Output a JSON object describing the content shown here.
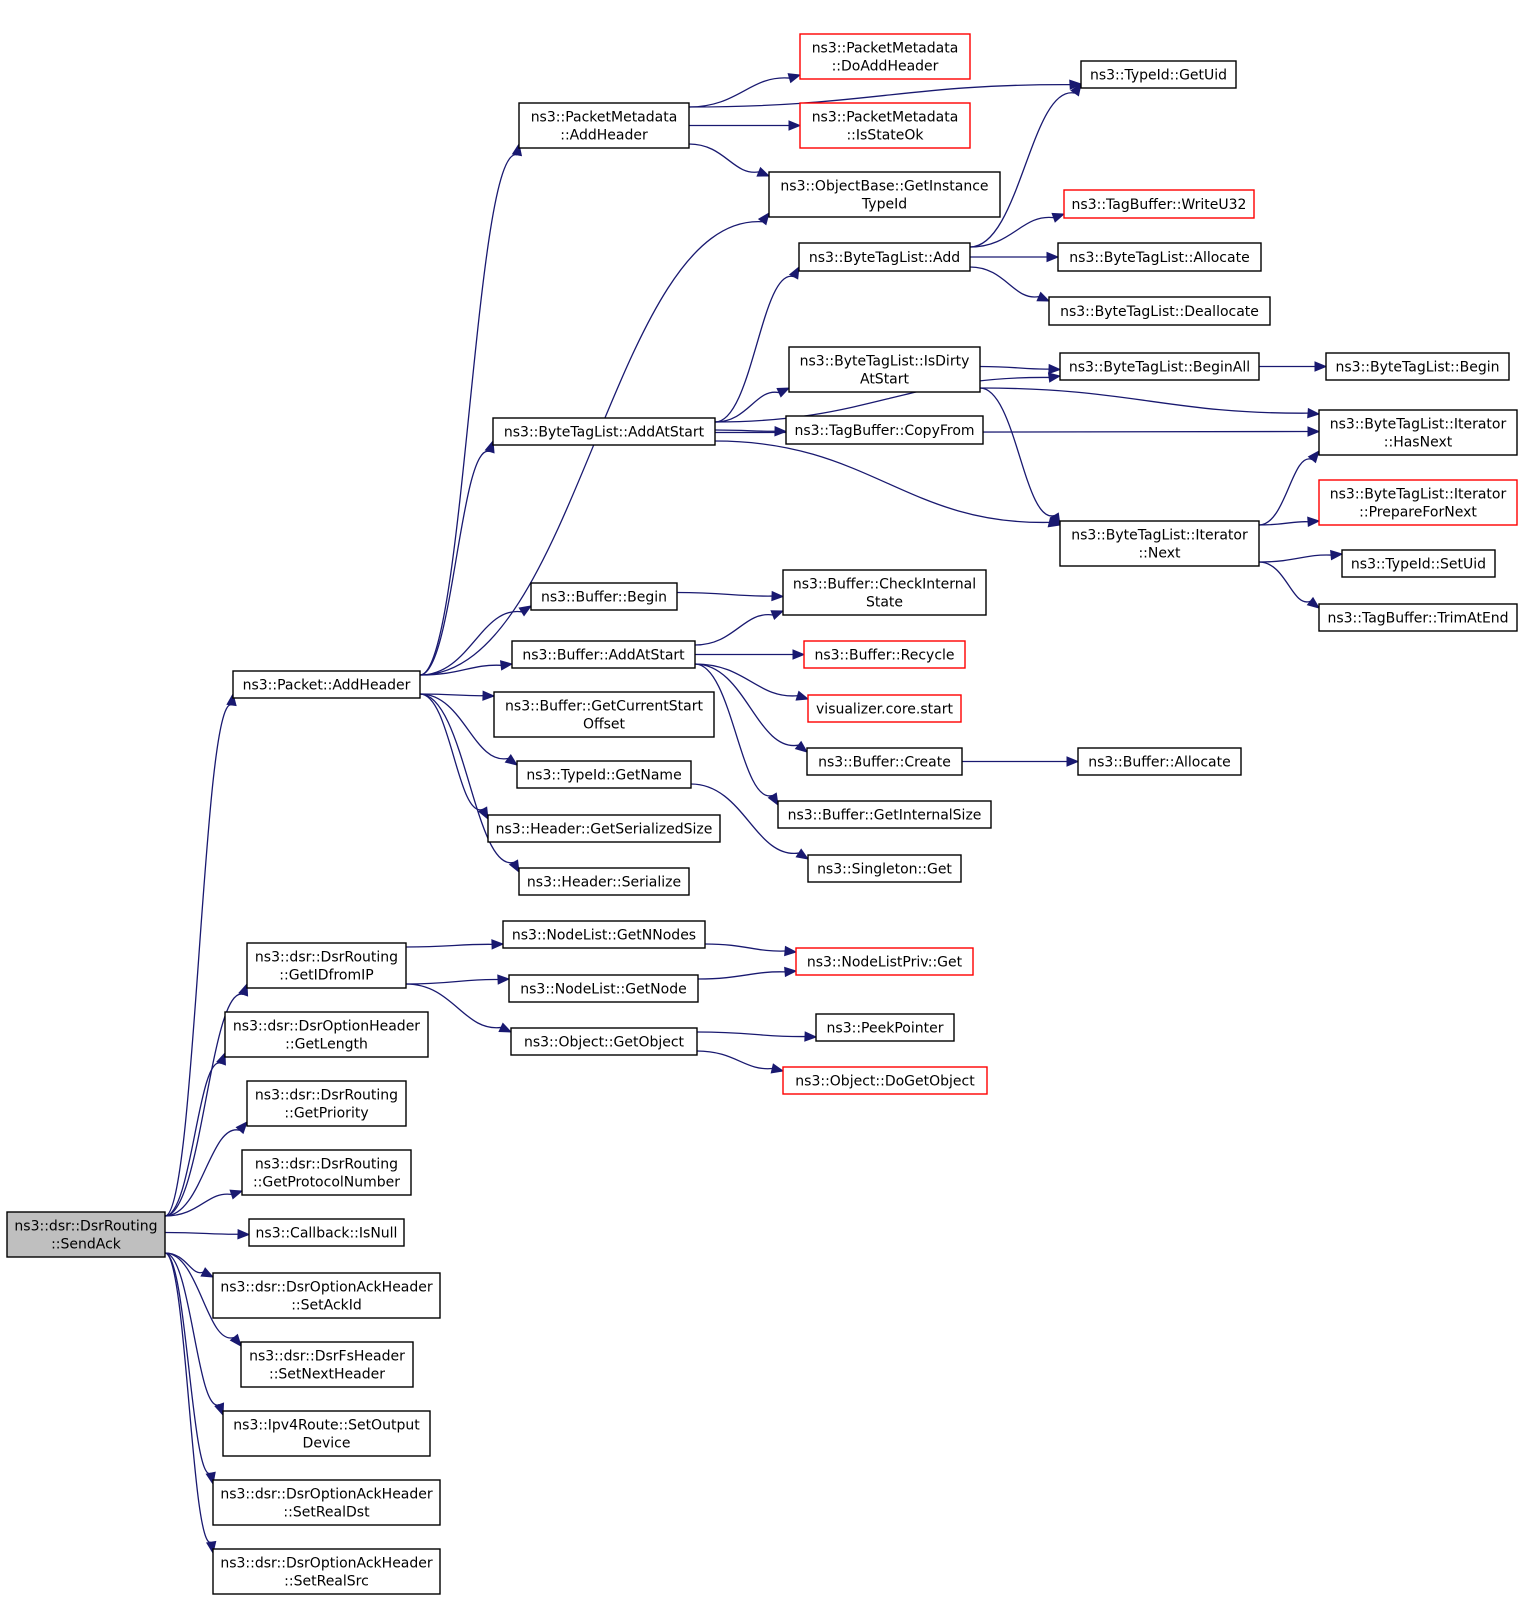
{
  "colors": {
    "edge": "#191970",
    "border_internal": "#000000",
    "border_external": "#ff0000",
    "root_fill": "#bfbfbf"
  },
  "nodes": {
    "sendack": {
      "lines": [
        "ns3::dsr::DsrRouting",
        "::SendAck"
      ],
      "kind": "root"
    },
    "packet_addheader": {
      "lines": [
        "ns3::Packet::AddHeader"
      ]
    },
    "getidfromip": {
      "lines": [
        "ns3::dsr::DsrRouting",
        "::GetIDfromIP"
      ]
    },
    "optheader_getlength": {
      "lines": [
        "ns3::dsr::DsrOptionHeader",
        "::GetLength"
      ]
    },
    "getpriority": {
      "lines": [
        "ns3::dsr::DsrRouting",
        "::GetPriority"
      ]
    },
    "getprotocolnumber": {
      "lines": [
        "ns3::dsr::DsrRouting",
        "::GetProtocolNumber"
      ]
    },
    "callback_isnull": {
      "lines": [
        "ns3::Callback::IsNull"
      ]
    },
    "setackid": {
      "lines": [
        "ns3::dsr::DsrOptionAckHeader",
        "::SetAckId"
      ]
    },
    "setnextheader": {
      "lines": [
        "ns3::dsr::DsrFsHeader",
        "::SetNextHeader"
      ]
    },
    "setoutputdevice": {
      "lines": [
        "ns3::Ipv4Route::SetOutput",
        "Device"
      ]
    },
    "setrealdst": {
      "lines": [
        "ns3::dsr::DsrOptionAckHeader",
        "::SetRealDst"
      ]
    },
    "setrealsrc": {
      "lines": [
        "ns3::dsr::DsrOptionAckHeader",
        "::SetRealSrc"
      ]
    },
    "pm_addheader": {
      "lines": [
        "ns3::PacketMetadata",
        "::AddHeader"
      ]
    },
    "btl_addatstart": {
      "lines": [
        "ns3::ByteTagList::AddAtStart"
      ]
    },
    "buffer_begin": {
      "lines": [
        "ns3::Buffer::Begin"
      ]
    },
    "buffer_addatstart": {
      "lines": [
        "ns3::Buffer::AddAtStart"
      ]
    },
    "buffer_getcurrentstartoffset": {
      "lines": [
        "ns3::Buffer::GetCurrentStart",
        "Offset"
      ]
    },
    "typeid_getname": {
      "lines": [
        "ns3::TypeId::GetName"
      ]
    },
    "header_getserializedsize": {
      "lines": [
        "ns3::Header::GetSerializedSize"
      ]
    },
    "header_serialize": {
      "lines": [
        "ns3::Header::Serialize"
      ]
    },
    "nodelist_getnnodes": {
      "lines": [
        "ns3::NodeList::GetNNodes"
      ]
    },
    "nodelist_getnode": {
      "lines": [
        "ns3::NodeList::GetNode"
      ]
    },
    "object_getobject": {
      "lines": [
        "ns3::Object::GetObject"
      ]
    },
    "pm_doaddheader": {
      "lines": [
        "ns3::PacketMetadata",
        "::DoAddHeader"
      ],
      "kind": "ext"
    },
    "pm_isstateok": {
      "lines": [
        "ns3::PacketMetadata",
        "::IsStateOk"
      ],
      "kind": "ext"
    },
    "objectbase_getinstancetypeid": {
      "lines": [
        "ns3::ObjectBase::GetInstance",
        "TypeId"
      ]
    },
    "btl_add": {
      "lines": [
        "ns3::ByteTagList::Add"
      ]
    },
    "btl_isdirtyatstart": {
      "lines": [
        "ns3::ByteTagList::IsDirty",
        "AtStart"
      ]
    },
    "tagbuffer_copyfrom": {
      "lines": [
        "ns3::TagBuffer::CopyFrom"
      ]
    },
    "buffer_checkinternalstate": {
      "lines": [
        "ns3::Buffer::CheckInternal",
        "State"
      ]
    },
    "buffer_recycle": {
      "lines": [
        "ns3::Buffer::Recycle"
      ],
      "kind": "ext"
    },
    "visualizer_core_start": {
      "lines": [
        "visualizer.core.start"
      ],
      "kind": "ext"
    },
    "buffer_create": {
      "lines": [
        "ns3::Buffer::Create"
      ]
    },
    "buffer_getinternalsize": {
      "lines": [
        "ns3::Buffer::GetInternalSize"
      ]
    },
    "singleton_get": {
      "lines": [
        "ns3::Singleton::Get"
      ]
    },
    "nodelistpriv_get": {
      "lines": [
        "ns3::NodeListPriv::Get"
      ],
      "kind": "ext"
    },
    "peekpointer": {
      "lines": [
        "ns3::PeekPointer"
      ]
    },
    "object_dogetobject": {
      "lines": [
        "ns3::Object::DoGetObject"
      ],
      "kind": "ext"
    },
    "typeid_getuid": {
      "lines": [
        "ns3::TypeId::GetUid"
      ]
    },
    "tagbuffer_writeu32": {
      "lines": [
        "ns3::TagBuffer::WriteU32"
      ],
      "kind": "ext"
    },
    "btl_allocate": {
      "lines": [
        "ns3::ByteTagList::Allocate"
      ]
    },
    "btl_deallocate": {
      "lines": [
        "ns3::ByteTagList::Deallocate"
      ]
    },
    "btl_beginall": {
      "lines": [
        "ns3::ByteTagList::BeginAll"
      ]
    },
    "btl_iterator_next": {
      "lines": [
        "ns3::ByteTagList::Iterator",
        "::Next"
      ]
    },
    "buffer_allocate": {
      "lines": [
        "ns3::Buffer::Allocate"
      ]
    },
    "btl_begin": {
      "lines": [
        "ns3::ByteTagList::Begin"
      ]
    },
    "btl_iterator_hasnext": {
      "lines": [
        "ns3::ByteTagList::Iterator",
        "::HasNext"
      ]
    },
    "btl_iterator_preparefornext": {
      "lines": [
        "ns3::ByteTagList::Iterator",
        "::PrepareForNext"
      ],
      "kind": "ext"
    },
    "typeid_setuid": {
      "lines": [
        "ns3::TypeId::SetUid"
      ]
    },
    "tagbuffer_trimatend": {
      "lines": [
        "ns3::TagBuffer::TrimAtEnd"
      ]
    }
  },
  "edges": [
    [
      "sendack",
      "packet_addheader"
    ],
    [
      "sendack",
      "getidfromip"
    ],
    [
      "sendack",
      "optheader_getlength"
    ],
    [
      "sendack",
      "getpriority"
    ],
    [
      "sendack",
      "getprotocolnumber"
    ],
    [
      "sendack",
      "callback_isnull"
    ],
    [
      "sendack",
      "setackid"
    ],
    [
      "sendack",
      "setnextheader"
    ],
    [
      "sendack",
      "setoutputdevice"
    ],
    [
      "sendack",
      "setrealdst"
    ],
    [
      "sendack",
      "setrealsrc"
    ],
    [
      "packet_addheader",
      "pm_addheader"
    ],
    [
      "packet_addheader",
      "objectbase_getinstancetypeid"
    ],
    [
      "packet_addheader",
      "btl_addatstart"
    ],
    [
      "packet_addheader",
      "buffer_begin"
    ],
    [
      "packet_addheader",
      "buffer_addatstart"
    ],
    [
      "packet_addheader",
      "buffer_getcurrentstartoffset"
    ],
    [
      "packet_addheader",
      "typeid_getname"
    ],
    [
      "packet_addheader",
      "header_getserializedsize"
    ],
    [
      "packet_addheader",
      "header_serialize"
    ],
    [
      "pm_addheader",
      "typeid_getuid"
    ],
    [
      "pm_addheader",
      "pm_doaddheader"
    ],
    [
      "pm_addheader",
      "pm_isstateok"
    ],
    [
      "pm_addheader",
      "objectbase_getinstancetypeid"
    ],
    [
      "btl_addatstart",
      "btl_add"
    ],
    [
      "btl_addatstart",
      "btl_beginall"
    ],
    [
      "btl_addatstart",
      "btl_isdirtyatstart"
    ],
    [
      "btl_addatstart",
      "tagbuffer_copyfrom"
    ],
    [
      "btl_addatstart",
      "btl_iterator_hasnext"
    ],
    [
      "btl_addatstart",
      "btl_iterator_next"
    ],
    [
      "btl_add",
      "typeid_getuid"
    ],
    [
      "btl_add",
      "tagbuffer_writeu32"
    ],
    [
      "btl_add",
      "btl_allocate"
    ],
    [
      "btl_add",
      "btl_deallocate"
    ],
    [
      "btl_isdirtyatstart",
      "btl_beginall"
    ],
    [
      "btl_isdirtyatstart",
      "btl_iterator_hasnext"
    ],
    [
      "btl_isdirtyatstart",
      "btl_iterator_next"
    ],
    [
      "btl_beginall",
      "btl_begin"
    ],
    [
      "btl_iterator_next",
      "btl_iterator_hasnext"
    ],
    [
      "btl_iterator_next",
      "btl_iterator_preparefornext"
    ],
    [
      "btl_iterator_next",
      "typeid_setuid"
    ],
    [
      "btl_iterator_next",
      "tagbuffer_trimatend"
    ],
    [
      "buffer_begin",
      "buffer_checkinternalstate"
    ],
    [
      "buffer_addatstart",
      "buffer_checkinternalstate"
    ],
    [
      "buffer_addatstart",
      "buffer_recycle"
    ],
    [
      "buffer_addatstart",
      "visualizer_core_start"
    ],
    [
      "buffer_addatstart",
      "buffer_create"
    ],
    [
      "buffer_addatstart",
      "buffer_getinternalsize"
    ],
    [
      "buffer_create",
      "buffer_allocate"
    ],
    [
      "typeid_getname",
      "singleton_get"
    ],
    [
      "getidfromip",
      "nodelist_getnnodes"
    ],
    [
      "getidfromip",
      "nodelist_getnode"
    ],
    [
      "getidfromip",
      "object_getobject"
    ],
    [
      "nodelist_getnnodes",
      "nodelistpriv_get"
    ],
    [
      "nodelist_getnode",
      "nodelistpriv_get"
    ],
    [
      "object_getobject",
      "peekpointer"
    ],
    [
      "object_getobject",
      "object_dogetobject"
    ]
  ]
}
